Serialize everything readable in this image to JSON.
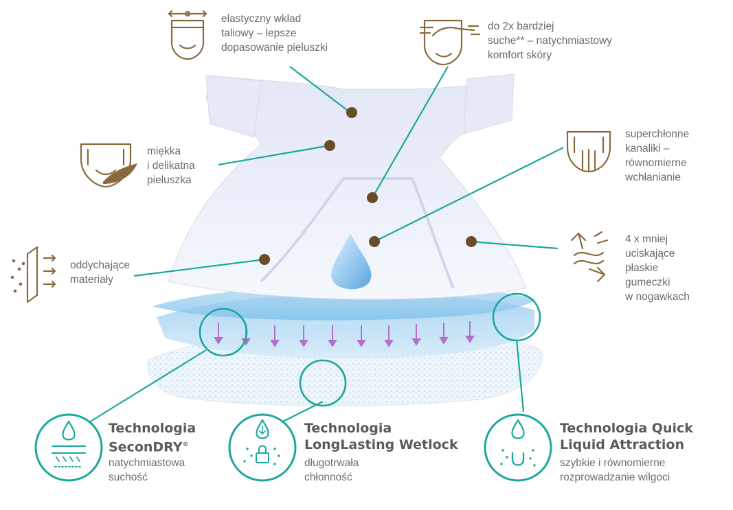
{
  "colors": {
    "teal": "#1aa89c",
    "brown": "#6a4b2a",
    "icon": "#8a6a3c"
  },
  "callouts": [
    {
      "id": "waist",
      "icon": "waist-elastic-icon",
      "text": "elastyczny wkład\ntaliowy – lepsze\ndopasowanie pieluszki"
    },
    {
      "id": "dry",
      "icon": "face-hand-icon",
      "text": "do 2x bardziej\nsuche** – natychmiastowy\nkomfort skóry"
    },
    {
      "id": "soft",
      "icon": "diaper-feather-icon",
      "text": "miękka\ni delikatna\npieluszka"
    },
    {
      "id": "channels",
      "icon": "diaper-channels-icon",
      "text": "superchłonne\nkanaliki –\nrównomierne\nwchłanianie"
    },
    {
      "id": "breathable",
      "icon": "breathable-material-icon",
      "text": "oddychające\nmateriały"
    },
    {
      "id": "leg",
      "icon": "flat-elastic-icon",
      "text": "4 x mniej\nuciskające\npłaskie\ngumeczki\nw nogawkach"
    }
  ],
  "technologies": [
    {
      "id": "secondry",
      "icon": "secondry-drop-icon",
      "title": "Technologia\nSeconDRY",
      "mark": "®",
      "subtitle": "natychmiastowa\nsuchość"
    },
    {
      "id": "wetlock",
      "icon": "wetlock-drop-lock-icon",
      "title": "Technologia\nLongLasting Wetlock",
      "mark": "",
      "subtitle": "długotrwała\nchłonność"
    },
    {
      "id": "quick",
      "icon": "quick-liquid-drop-magnet-icon",
      "title": "Technologia Quick\nLiquid Attraction",
      "mark": "",
      "subtitle": "szybkie i równomierne\nrozprowadzanie wilgoci"
    }
  ]
}
